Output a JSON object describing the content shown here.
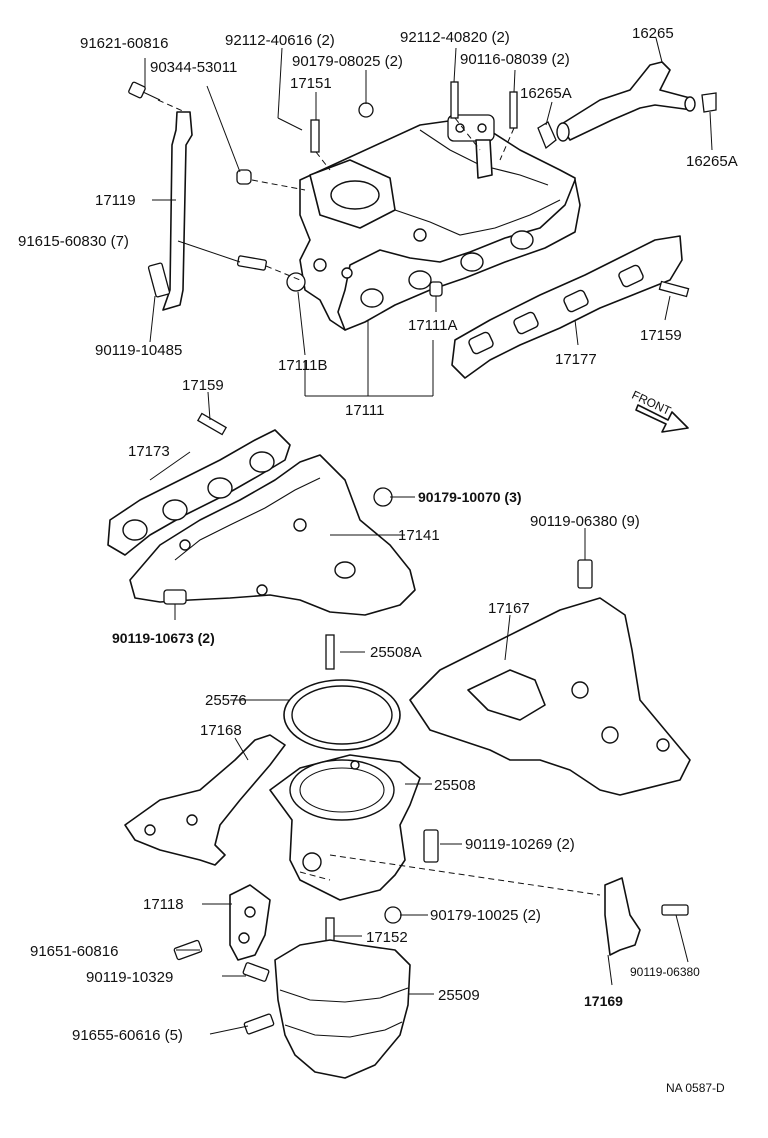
{
  "labels": {
    "p91621_60816": "91621-60816",
    "p92112_40616": "92112-40616 (2)",
    "p92112_40820": "92112-40820 (2)",
    "p16265": "16265",
    "p90344_53011": "90344-53011",
    "p90179_08025": "90179-08025 (2)",
    "p90116_08039": "90116-08039 (2)",
    "p17151": "17151",
    "p16265A_top": "16265A",
    "p16265A_right": "16265A",
    "p17119": "17119",
    "p91615_60830": "91615-60830 (7)",
    "p17111A": "17111A",
    "p17159_top": "17159",
    "p17177": "17177",
    "p90119_10485": "90119-10485",
    "p17111B": "17111B",
    "p17111": "17111",
    "front": "FRONT",
    "p17159_mid": "17159",
    "p17173": "17173",
    "p90179_10070": "90179-10070 (3)",
    "p17141": "17141",
    "p90119_06380_9": "90119-06380 (9)",
    "p90119_10673": "90119-10673 (2)",
    "p17167": "17167",
    "p25508A": "25508A",
    "p25576": "25576",
    "p17168": "17168",
    "p25508": "25508",
    "p90119_10269": "90119-10269 (2)",
    "p17118": "17118",
    "p90179_10025": "90179-10025 (2)",
    "p91651_60816": "91651-60816",
    "p17152": "17152",
    "p90119_06380": "90119-06380",
    "p90119_10329": "90119-10329",
    "p25509": "25509",
    "p17169": "17169",
    "p91655_60616": "91655-60616 (5)",
    "ref_code": "NA 0587-D"
  }
}
